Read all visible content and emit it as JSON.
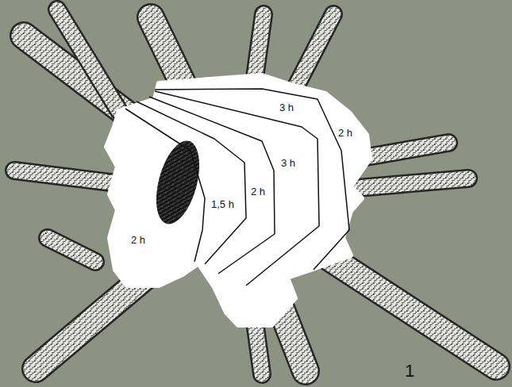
{
  "diagram": {
    "labels": [
      "2 h",
      "1,5 h",
      "2 h",
      "3 h",
      "3 h",
      "2 h",
      "1"
    ]
  }
}
